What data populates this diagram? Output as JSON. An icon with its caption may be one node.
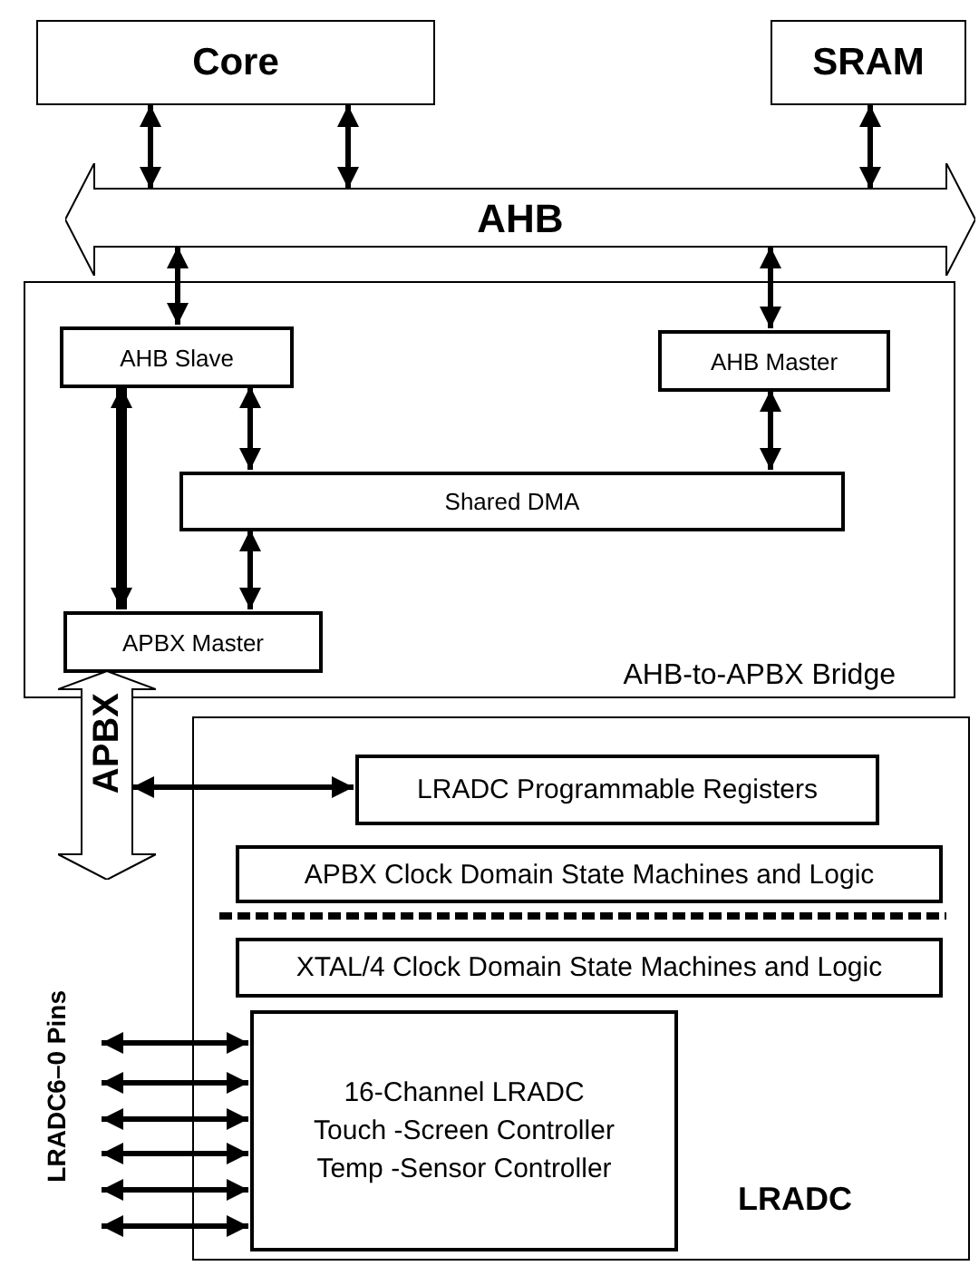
{
  "diagram": {
    "nodes": [
      {
        "text": [
          "Core"
        ]
      },
      {
        "text": [
          "SRAM"
        ]
      },
      {
        "text": [
          "AHB"
        ]
      },
      {
        "text": [
          "AHB-to-APBX Bridge"
        ]
      },
      {
        "text": [
          "AHB Slave"
        ],
        "in": 3
      },
      {
        "text": [
          "AHB Master"
        ],
        "in": 3
      },
      {
        "text": [
          "Shared DMA"
        ],
        "in": 3
      },
      {
        "text": [
          "APBX Master"
        ],
        "in": 3
      },
      {
        "text": [
          "APBX"
        ]
      },
      {
        "text": [
          "LRADC"
        ]
      },
      {
        "text": [
          "LRADC Programmable Registers"
        ],
        "in": 9
      },
      {
        "text": [
          "APBX Clock Domain State Machines and Logic"
        ],
        "in": 9
      },
      {
        "text": [
          "XTAL/4 Clock Domain State Machines and Logic"
        ],
        "in": 9
      },
      {
        "text": [
          "16-Channel LRADC",
          "Touch -Screen Controller",
          "Temp -Sensor Controller"
        ],
        "in": 9
      }
    ],
    "edges": [
      {
        "from": 0,
        "to": 2,
        "arrow": "both"
      },
      {
        "from": 0,
        "to": 2,
        "arrow": "both"
      },
      {
        "from": 1,
        "to": 2,
        "arrow": "both"
      },
      {
        "from": 2,
        "to": 4,
        "arrow": "both"
      },
      {
        "from": 2,
        "to": 5,
        "arrow": "both"
      },
      {
        "from": 4,
        "to": 6,
        "arrow": "both"
      },
      {
        "from": 5,
        "to": 6,
        "arrow": "both"
      },
      {
        "from": 4,
        "to": 7,
        "arrow": "both",
        "style": "thick"
      },
      {
        "from": 6,
        "to": 7,
        "arrow": "both"
      },
      {
        "from": 8,
        "to": 10,
        "arrow": "both"
      },
      {
        "from": null,
        "to": 13,
        "arrow": "both"
      },
      {
        "from": null,
        "to": 13,
        "arrow": "both"
      },
      {
        "from": null,
        "to": 13,
        "arrow": "both"
      },
      {
        "from": null,
        "to": 13,
        "arrow": "both"
      },
      {
        "from": null,
        "to": 13,
        "arrow": "both"
      },
      {
        "from": null,
        "to": 13,
        "arrow": "both"
      }
    ],
    "labels": [
      "LRADC6–0 Pins"
    ]
  }
}
